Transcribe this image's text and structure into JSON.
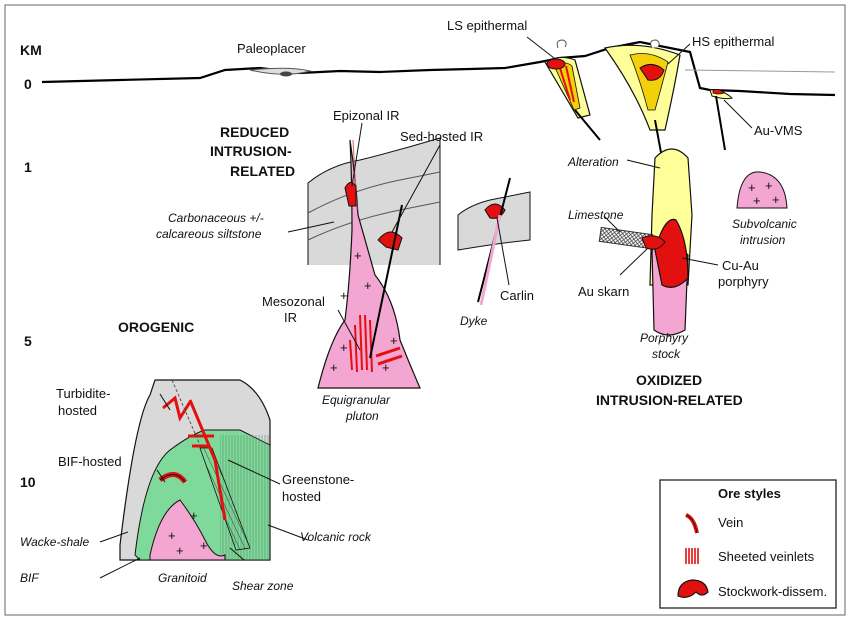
{
  "depth_scale": {
    "unit": "KM",
    "ticks": [
      "0",
      "1",
      "5",
      "10"
    ]
  },
  "labels": {
    "paleoplacer": "Paleoplacer",
    "ls_epithermal": "LS epithermal",
    "hs_epithermal": "HS epithermal",
    "au_vms": "Au-VMS",
    "epizonal_ir": "Epizonal IR",
    "sed_hosted_ir": "Sed-hosted IR",
    "reduced_1": "REDUCED",
    "reduced_2": "INTRUSION-",
    "reduced_3": "RELATED",
    "carbonaceous_1": "Carbonaceous +/-",
    "carbonaceous_2": "calcareous siltstone",
    "mesozonal_1": "Mesozonal",
    "mesozonal_2": "IR",
    "equigranular_1": "Equigranular",
    "equigranular_2": "pluton",
    "dyke": "Dyke",
    "carlin": "Carlin",
    "alteration": "Alteration",
    "limestone": "Limestone",
    "au_skarn": "Au skarn",
    "cu_au_1": "Cu-Au",
    "cu_au_2": "porphyry",
    "porphyry_1": "Porphyry",
    "porphyry_2": "stock",
    "subvolcanic_1": "Subvolcanic",
    "subvolcanic_2": "intrusion",
    "oxidized_1": "OXIDIZED",
    "oxidized_2": "INTRUSION-RELATED",
    "orogenic": "OROGENIC",
    "turbidite_1": "Turbidite-",
    "turbidite_2": "hosted",
    "bif_hosted": "BIF-hosted",
    "greenstone_1": "Greenstone-",
    "greenstone_2": "hosted",
    "volcanic_rock": "Volcanic rock",
    "wacke_shale": "Wacke-shale",
    "bif": "BIF",
    "granitoid": "Granitoid",
    "shear_zone": "Shear zone"
  },
  "legend": {
    "title": "Ore styles",
    "items": [
      "Vein",
      "Sheeted veinlets",
      "Stockwork-dissem."
    ]
  },
  "colors": {
    "ore_red": "#e31010",
    "pluton_pink": "#f4a6d2",
    "alteration_yellow": "#ffff99",
    "greenstone_green": "#7fd99a",
    "host_gray": "#d9d9d9"
  }
}
